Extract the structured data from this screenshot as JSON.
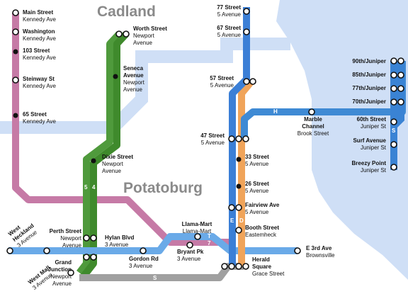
{
  "map": {
    "cities": {
      "cadland": "Cadland",
      "potatoburg": "Potatoburg"
    },
    "line_ids": {
      "green_5": "5",
      "green_4": "4",
      "h": "H",
      "s_east": "S",
      "e": "E",
      "d": "D",
      "t": "T",
      "seven": "7",
      "s_south": "S"
    },
    "colors": {
      "water": "#cfdff6",
      "magenta": "#c67aa6",
      "green": "#4f9a3c",
      "blue_line": "#3b7fd6",
      "light_blue": "#6aaae8",
      "orange": "#f0a45a",
      "gray": "#a0a0a0",
      "h_line": "#3f8ad4",
      "s_line": "#3a83d4"
    },
    "stations": {
      "main": {
        "name": "Main Street",
        "sub": "Kennedy Ave"
      },
      "washington": {
        "name": "Washington",
        "sub": "Kennedy Ave"
      },
      "s103": {
        "name": "103 Street",
        "sub": "Kennedy Ave"
      },
      "steinway": {
        "name": "Steinway St",
        "sub": "Kennedy Ave"
      },
      "s65": {
        "name": "65 Street",
        "sub": "Kennedy Ave"
      },
      "worth": {
        "name": "Worth Street",
        "sub1": "Newport",
        "sub2": "Avenue"
      },
      "seneca": {
        "name1": "Seneca",
        "name2": "Avenue",
        "sub1": "Newport",
        "sub2": "Avenue"
      },
      "dixie": {
        "name": "Dixie Street",
        "sub1": "Newport",
        "sub2": "Avenue"
      },
      "s77": {
        "name": "77 Street",
        "sub": "5 Avenue"
      },
      "s67": {
        "name": "67 Street",
        "sub": "5 Avenue"
      },
      "s57": {
        "name": "57 Street",
        "sub": "5 Avenue"
      },
      "s47": {
        "name": "47 Street",
        "sub": "5 Avenue"
      },
      "s33": {
        "name": "33 Street",
        "sub": "5 Avenue"
      },
      "s26": {
        "name": "26 Street",
        "sub": "5 Avenue"
      },
      "fairview": {
        "name": "Fairview Ave",
        "sub": "5 Avenue"
      },
      "booth": {
        "name": "Booth Street",
        "sub": "Eastemheck"
      },
      "herald": {
        "name1": "Herald",
        "name2": "Square",
        "sub": "Grace Street"
      },
      "marble": {
        "name1": "Marble",
        "name2": "Channel",
        "sub": "Brook Street"
      },
      "j90": {
        "name": "90th/Juniper"
      },
      "j85": {
        "name": "85th/Juniper"
      },
      "j77": {
        "name": "77th/Juniper"
      },
      "j70": {
        "name": "70th/Juniper"
      },
      "s60": {
        "name": "60th Street",
        "sub": "Juniper St"
      },
      "surf": {
        "name": "Surf Avenue",
        "sub": "Juniper St"
      },
      "breezy": {
        "name": "Breezy Point",
        "sub": "Juniper St"
      },
      "west_heckland": {
        "name1": "West",
        "name2": "Heckland",
        "sub": "3 Avenue"
      },
      "perth": {
        "name": "Perth Street",
        "sub1": "Newport",
        "sub2": "Avenue"
      },
      "hylan": {
        "name": "Hylan Blvd",
        "sub": "3 Avenue"
      },
      "gordon": {
        "name": "Gordon Rd",
        "sub": "3 Avenue"
      },
      "llama": {
        "name": "Llama-Mart",
        "sub": "Llama-Mart"
      },
      "bryant": {
        "name": "Bryant Pk",
        "sub": "3 Avenue"
      },
      "e3rd": {
        "name": "E 3rd Ave",
        "sub": "Brownsville"
      },
      "west_mall": {
        "name": "West Mall",
        "sub": "3 Avenue"
      },
      "grand": {
        "name1": "Grand",
        "name2": "Junction",
        "sub1": "Newport",
        "sub2": "Avenue"
      }
    }
  }
}
